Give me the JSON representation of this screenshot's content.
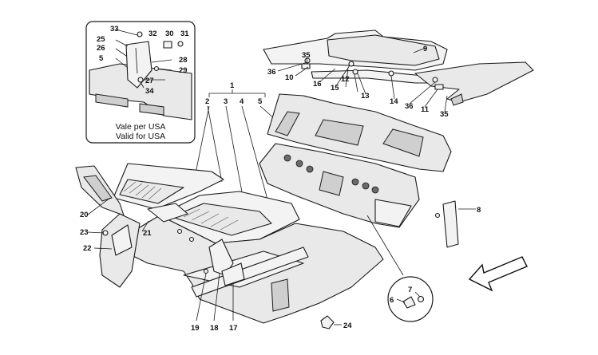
{
  "diagram": {
    "callouts": [
      "1",
      "2",
      "3",
      "4",
      "5",
      "6",
      "7",
      "8",
      "9",
      "10",
      "11",
      "12",
      "13",
      "14",
      "15",
      "16",
      "17",
      "18",
      "19",
      "20",
      "21",
      "22",
      "23",
      "24",
      "25",
      "26",
      "27",
      "28",
      "29",
      "30",
      "31",
      "32",
      "33",
      "34",
      "35",
      "36"
    ],
    "inset": {
      "caption_line1": "Vale per USA",
      "caption_line2": "Valid for USA",
      "callouts": [
        "33",
        "32",
        "30",
        "31",
        "25",
        "26",
        "5",
        "28",
        "27",
        "29",
        "34"
      ]
    },
    "main_callouts": {
      "c35a": "35",
      "c36a": "36",
      "c36b": "36",
      "c35b": "35"
    },
    "direction_arrow_icon": "front-direction-arrow-icon"
  }
}
